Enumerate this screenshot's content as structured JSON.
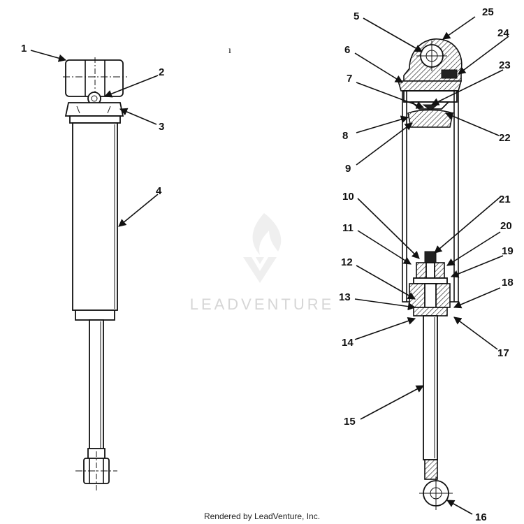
{
  "watermark": {
    "brand": "LEADVENTURE"
  },
  "footer": {
    "credit": "Rendered by LeadVenture, Inc."
  },
  "callouts": [
    "1",
    "2",
    "3",
    "4",
    "5",
    "6",
    "7",
    "8",
    "9",
    "10",
    "11",
    "12",
    "13",
    "14",
    "15",
    "16",
    "17",
    "18",
    "19",
    "20",
    "21",
    "22",
    "23",
    "24",
    "25"
  ],
  "stray_mark": "ı"
}
